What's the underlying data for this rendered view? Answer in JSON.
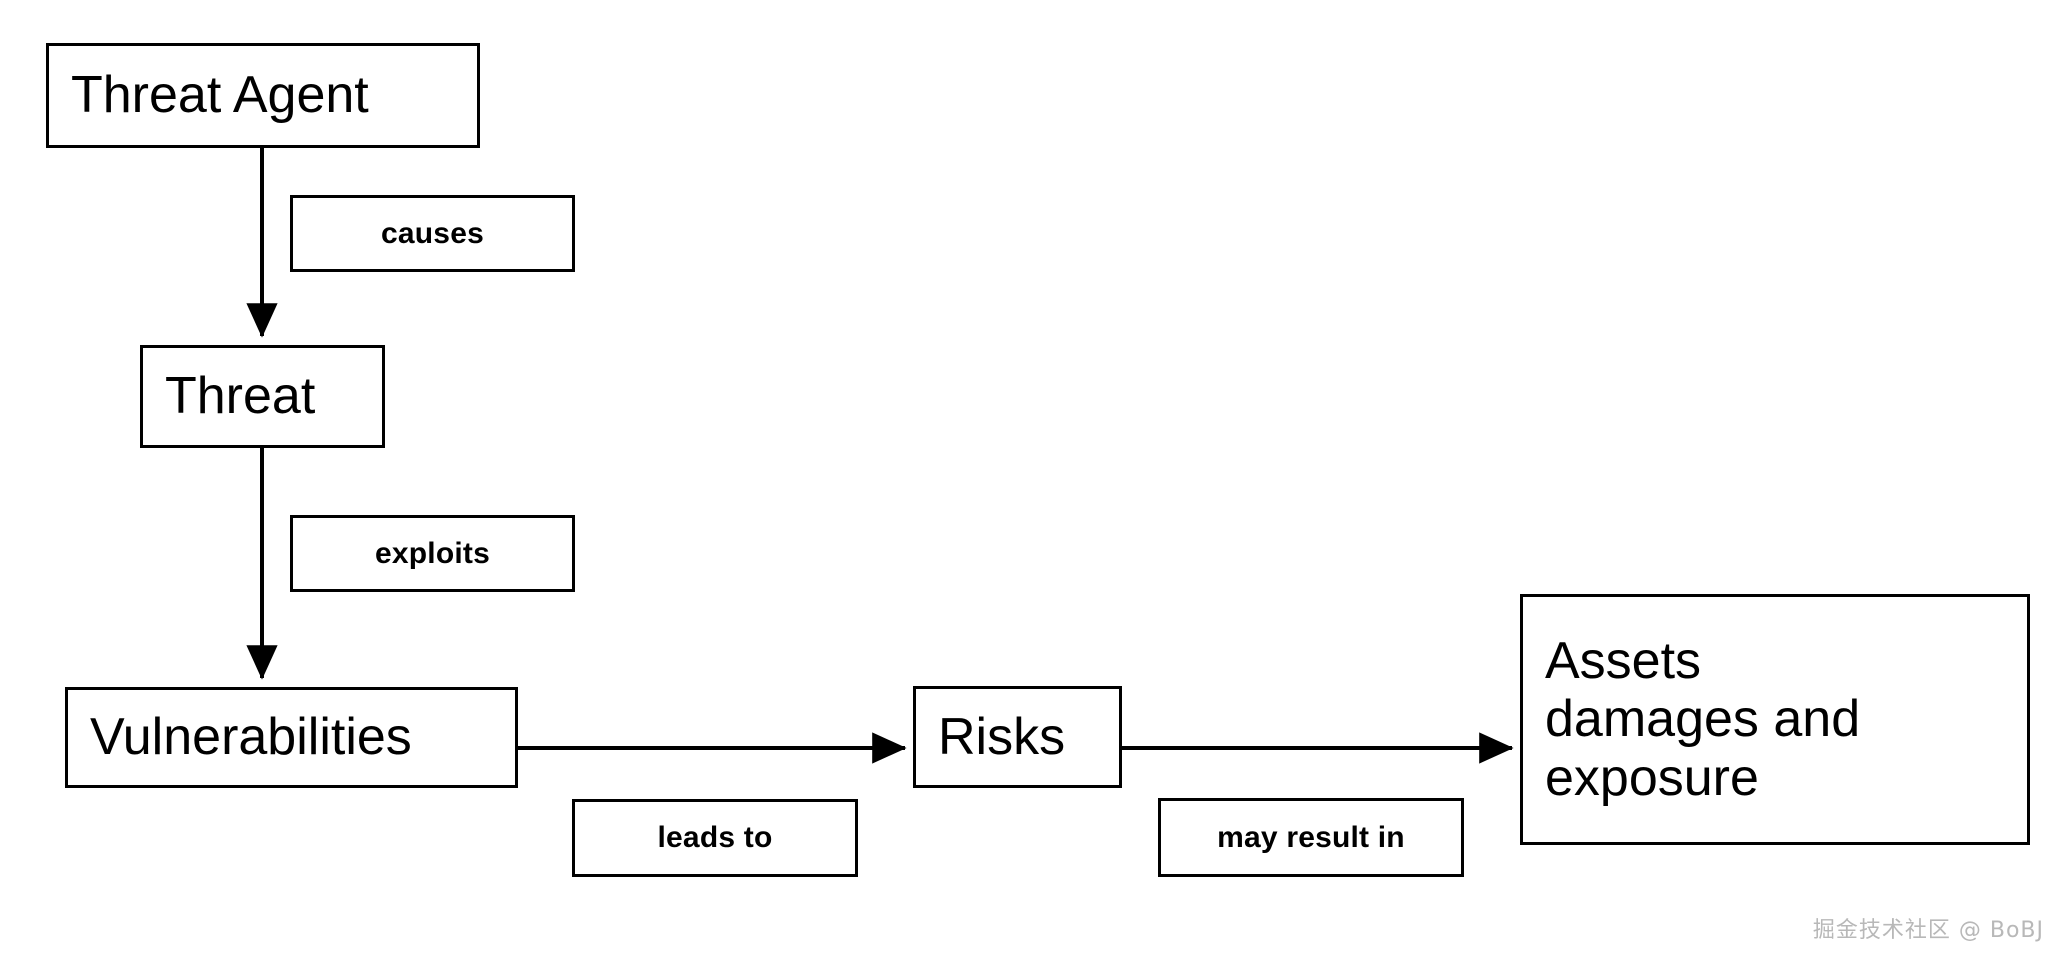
{
  "diagram": {
    "title": "Threat Agent to Assets damages and exposure risk chain",
    "background_color": "#ffffff",
    "stroke_color": "#000000",
    "nodes": [
      {
        "id": "threat-agent",
        "label": "Threat Agent"
      },
      {
        "id": "threat",
        "label": "Threat"
      },
      {
        "id": "vulnerabilities",
        "label": "Vulnerabilities"
      },
      {
        "id": "risks",
        "label": "Risks"
      },
      {
        "id": "assets",
        "label": "Assets\ndamages and\nexposure"
      }
    ],
    "edges": [
      {
        "id": "causes",
        "from": "threat-agent",
        "to": "threat",
        "label": "causes",
        "direction": "down"
      },
      {
        "id": "exploits",
        "from": "threat",
        "to": "vulnerabilities",
        "label": "exploits",
        "direction": "down"
      },
      {
        "id": "leads-to",
        "from": "vulnerabilities",
        "to": "risks",
        "label": "leads to",
        "direction": "right"
      },
      {
        "id": "may-result-in",
        "from": "risks",
        "to": "assets",
        "label": "may result in",
        "direction": "right"
      }
    ]
  },
  "watermark": {
    "text": "掘金技术社区 @ BoBJ",
    "color": "#b8b8b8"
  }
}
